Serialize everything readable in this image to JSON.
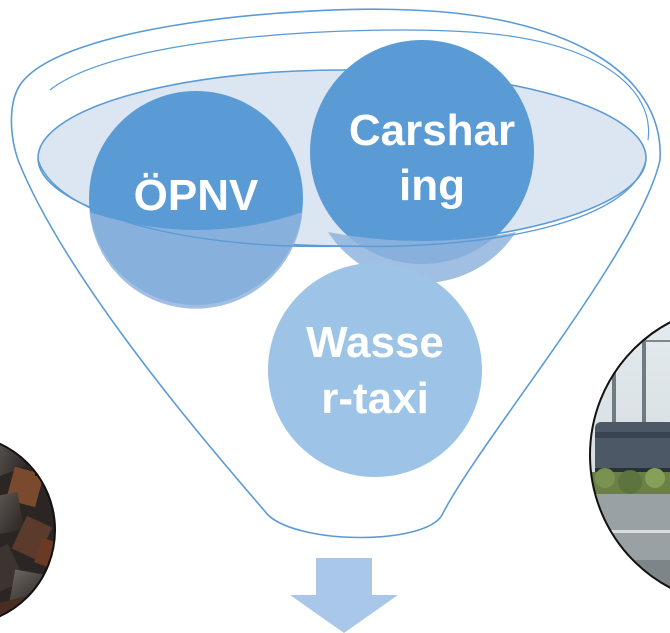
{
  "funnel": {
    "circles": [
      {
        "id": "oepnv",
        "lines": [
          "ÖPNV"
        ]
      },
      {
        "id": "carsharing",
        "lines": [
          "Carshar",
          "ing"
        ]
      },
      {
        "id": "wassertaxi",
        "lines": [
          "Wasse",
          "r-taxi"
        ]
      }
    ]
  },
  "colors": {
    "funnel_outline": "#5b9bd5",
    "rim_fill": "#dce6f2",
    "circle_dark": "#5b9bd5",
    "circle_light": "#9dc3e6",
    "arrow": "#a9c7e8",
    "label": "#ffffff"
  },
  "photos": [
    {
      "id": "left-photo",
      "icon": "dark-stones-photo"
    },
    {
      "id": "right-photo",
      "icon": "railway-freight-train-photo"
    }
  ]
}
